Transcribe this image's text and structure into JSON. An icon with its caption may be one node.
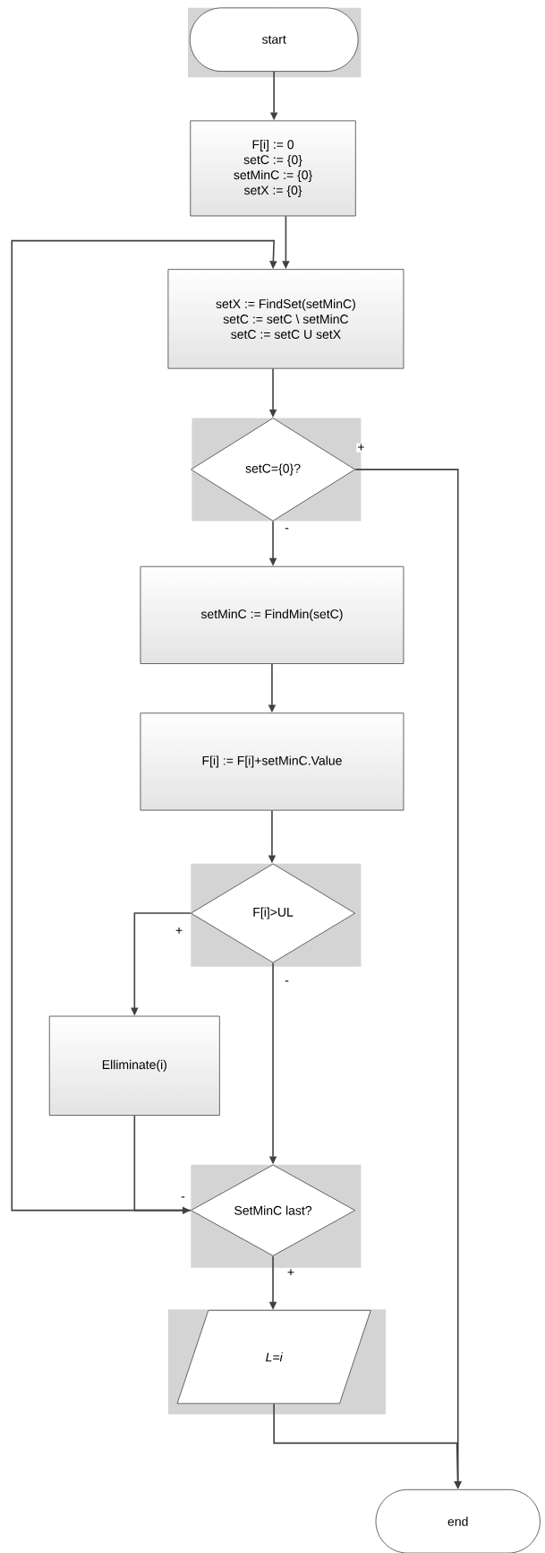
{
  "diagram": {
    "nodes": [
      {
        "text": [
          "start"
        ]
      },
      {
        "text": [
          "F[i] := 0",
          "setC := {0}",
          "setMinC := {0}",
          "setX := {0}"
        ]
      },
      {
        "text": [
          "setX := FindSet(setMinC)",
          "setC := setC \\ setMinC",
          "setC := setC U setX"
        ]
      },
      {
        "text": [
          "setC={0}?"
        ]
      },
      {
        "text": [
          "setMinC := FindMin(setC)"
        ]
      },
      {
        "text": [
          "F[i] := F[i]+setMinC.Value"
        ]
      },
      {
        "text": [
          "F[i]>UL"
        ]
      },
      {
        "text": [
          "Elliminate(i)"
        ]
      },
      {
        "text": [
          "SetMinC last?"
        ]
      },
      {
        "text": [
          "L=i"
        ]
      },
      {
        "text": [
          "end"
        ]
      }
    ],
    "edges": [
      {
        "from": 0,
        "to": 1,
        "arrow": "to"
      },
      {
        "from": 1,
        "to": 2,
        "arrow": "to"
      },
      {
        "from": 2,
        "to": 3,
        "arrow": "to"
      },
      {
        "from": 3,
        "to": 4,
        "arrow": "to",
        "label": "-"
      },
      {
        "from": 3,
        "to": 10,
        "arrow": "to",
        "label": "+"
      },
      {
        "from": 4,
        "to": 5,
        "arrow": "to"
      },
      {
        "from": 5,
        "to": 6,
        "arrow": "to"
      },
      {
        "from": 6,
        "to": 7,
        "arrow": "to",
        "label": "+"
      },
      {
        "from": 6,
        "to": 8,
        "arrow": "to",
        "label": "-"
      },
      {
        "from": 7,
        "to": 8,
        "arrow": "to"
      },
      {
        "from": 8,
        "to": 2,
        "arrow": "to",
        "label": "-"
      },
      {
        "from": 8,
        "to": 9,
        "arrow": "to",
        "label": "+"
      },
      {
        "from": 9,
        "to": 10,
        "arrow": "to"
      }
    ]
  }
}
